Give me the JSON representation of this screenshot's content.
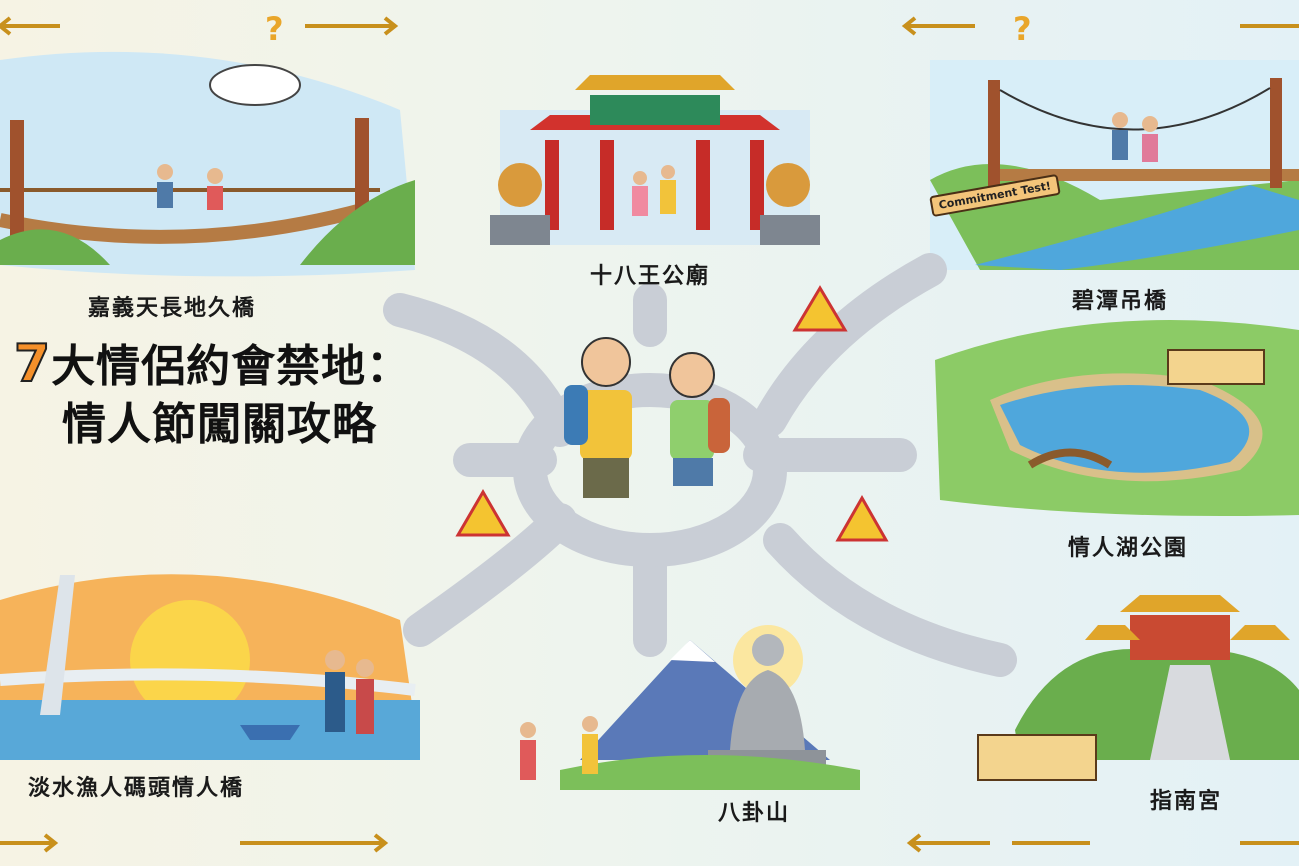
{
  "title": {
    "number": "7",
    "line1": "大情侶約會禁地：",
    "line2": "情人節闖關攻略"
  },
  "locations": [
    {
      "name": "嘉義天長地久橋"
    },
    {
      "name": "十八王公廟"
    },
    {
      "name": "碧潭吊橋"
    },
    {
      "name": "情人湖公園"
    },
    {
      "name": "淡水漁人碼頭情人橋"
    },
    {
      "name": "八卦山"
    },
    {
      "name": "指南宮"
    }
  ],
  "sign_text": "Commitment Test!",
  "decorations": {
    "question_mark": "?",
    "icons": [
      "arrow-icon",
      "warning-icon",
      "cloud-icon",
      "couple-icon",
      "road-icon"
    ]
  },
  "colors": {
    "accent": "#f5902a",
    "sky": "#cfe8f5",
    "grass": "#7cbf5a",
    "water": "#4fa7dc",
    "road": "#c9ced6",
    "warning": "#f4c430"
  }
}
